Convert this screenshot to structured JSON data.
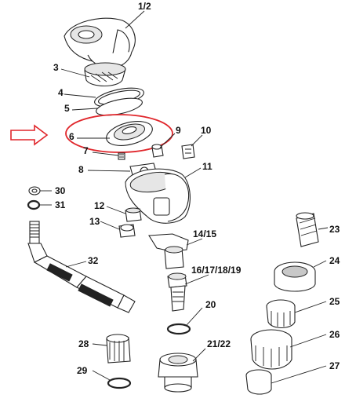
{
  "callouts": {
    "c1": "1/2",
    "c3": "3",
    "c4": "4",
    "c5": "5",
    "c6": "6",
    "c7": "7",
    "c8": "8",
    "c9": "9",
    "c10": "10",
    "c11": "11",
    "c12": "12",
    "c13": "13",
    "c14": "14/15",
    "c16": "16/17/18/19",
    "c20": "20",
    "c21": "21/22",
    "c23": "23",
    "c24": "24",
    "c25": "25",
    "c26": "26",
    "c27": "27",
    "c28": "28",
    "c29": "29",
    "c30": "30",
    "c31": "31",
    "c32": "32"
  },
  "colors": {
    "highlight": "#e0262b",
    "arrow": "#e0262b",
    "ink": "#222222"
  },
  "highlighted_part": "6"
}
